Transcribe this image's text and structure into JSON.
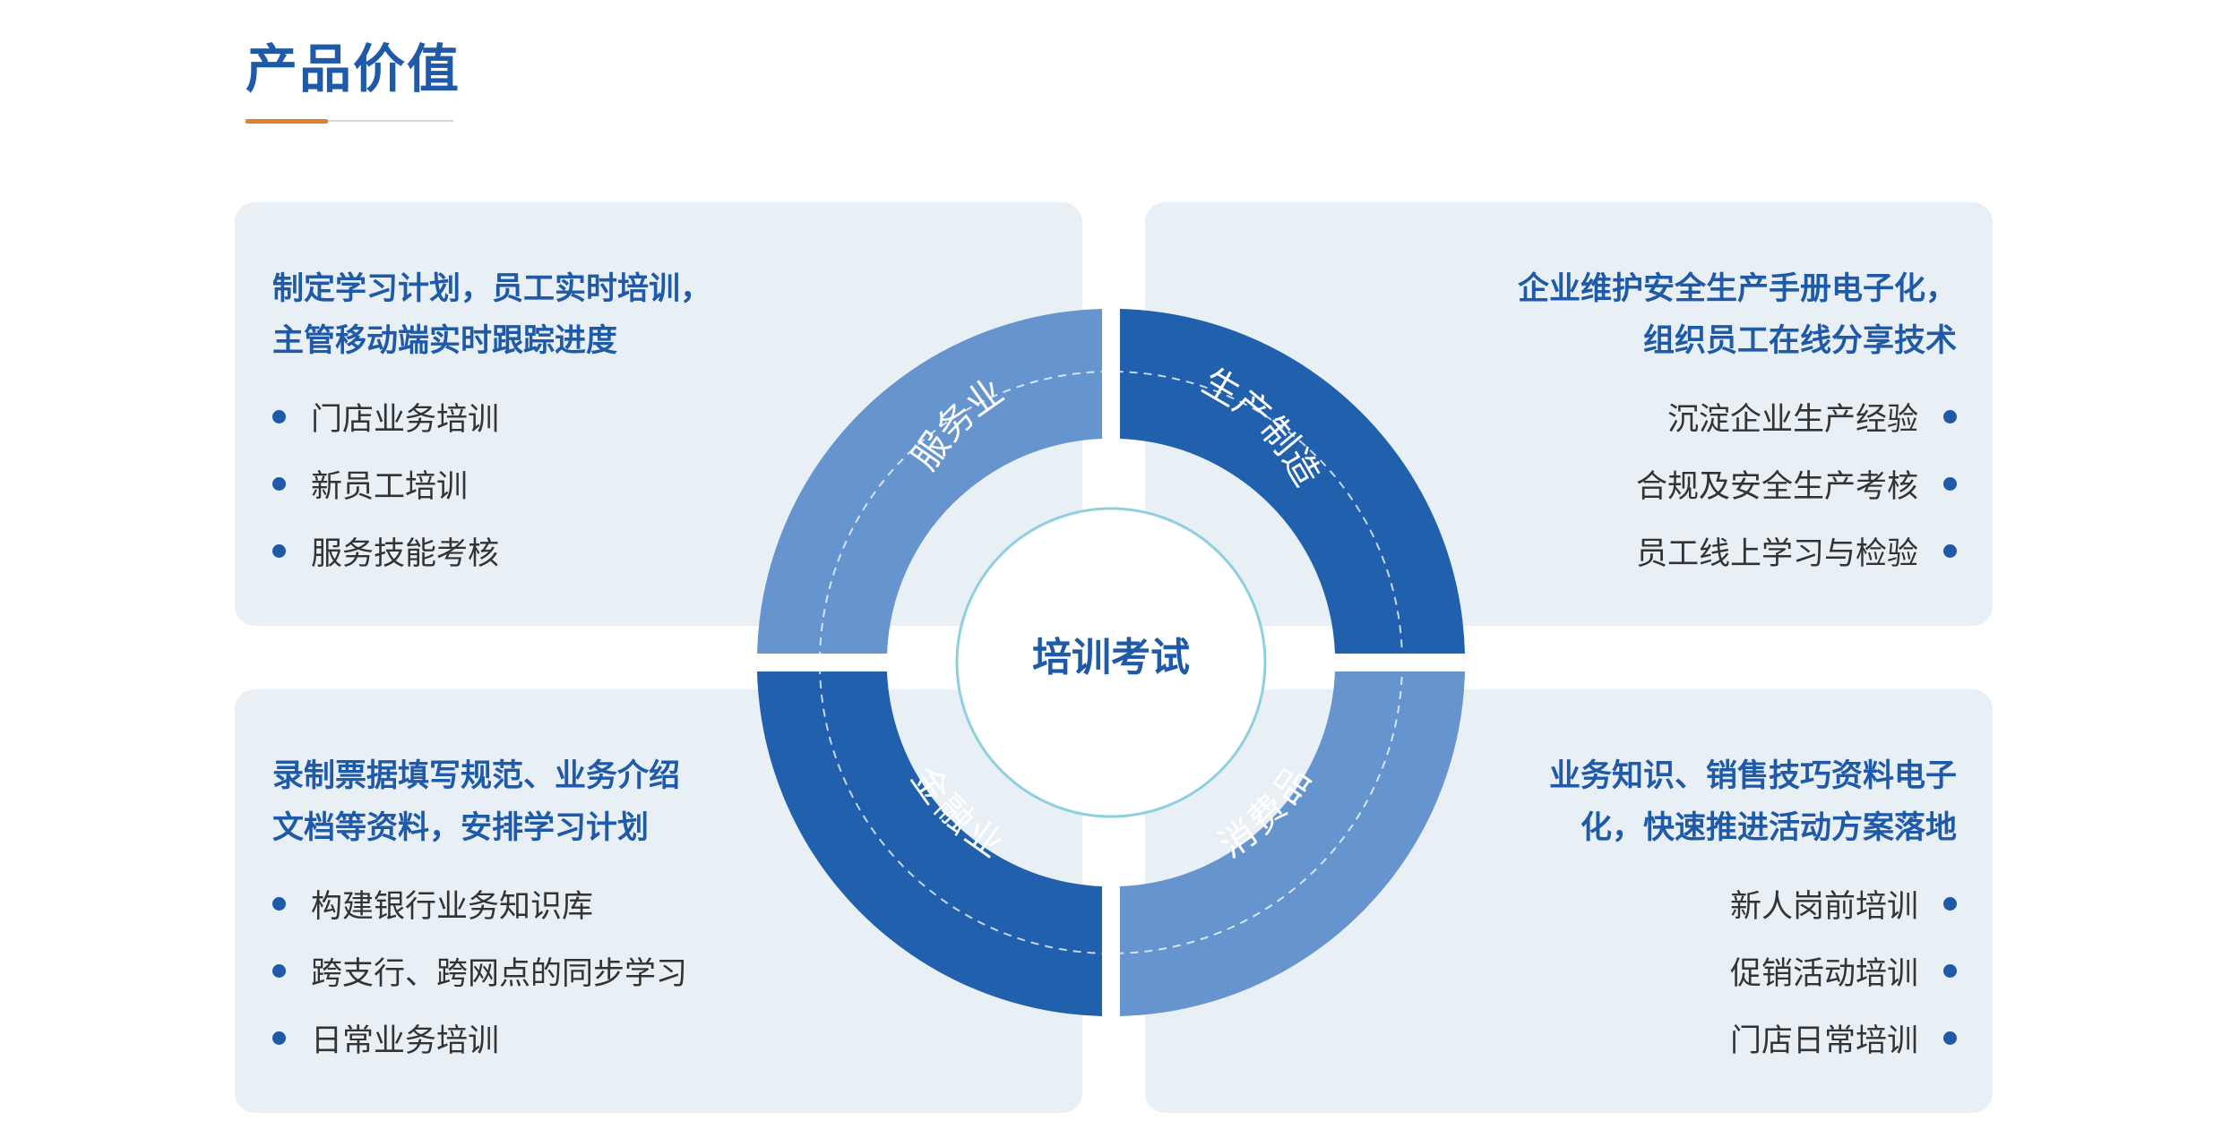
{
  "header": {
    "title": "产品价值"
  },
  "center": {
    "label": "培训考试"
  },
  "colors": {
    "dark_blue": "#2060ad",
    "light_blue": "#6594ce",
    "accent_orange": "#e07f2a",
    "panel_bg": "#e8eff5",
    "ring_teal": "#6cc4d8"
  },
  "segments": {
    "top_left": "服务业",
    "top_right": "生产制造",
    "bottom_left": "金融业",
    "bottom_right": "消费品"
  },
  "panels": {
    "top_left": {
      "desc_lines": [
        "制定学习计划，员工实时培训，",
        "主管移动端实时跟踪进度"
      ],
      "items": [
        "门店业务培训",
        "新员工培训",
        "服务技能考核"
      ]
    },
    "top_right": {
      "desc_lines": [
        "企业维护安全生产手册电子化，",
        "组织员工在线分享技术"
      ],
      "items": [
        "沉淀企业生产经验",
        "合规及安全生产考核",
        "员工线上学习与检验"
      ]
    },
    "bottom_left": {
      "desc_lines": [
        "录制票据填写规范、业务介绍",
        "文档等资料，安排学习计划"
      ],
      "items": [
        "构建银行业务知识库",
        "跨支行、跨网点的同步学习",
        "日常业务培训"
      ]
    },
    "bottom_right": {
      "desc_lines": [
        "业务知识、销售技巧资料电子",
        "化，快速推进活动方案落地"
      ],
      "items": [
        "新人岗前培训",
        "促销活动培训",
        "门店日常培训"
      ]
    }
  }
}
